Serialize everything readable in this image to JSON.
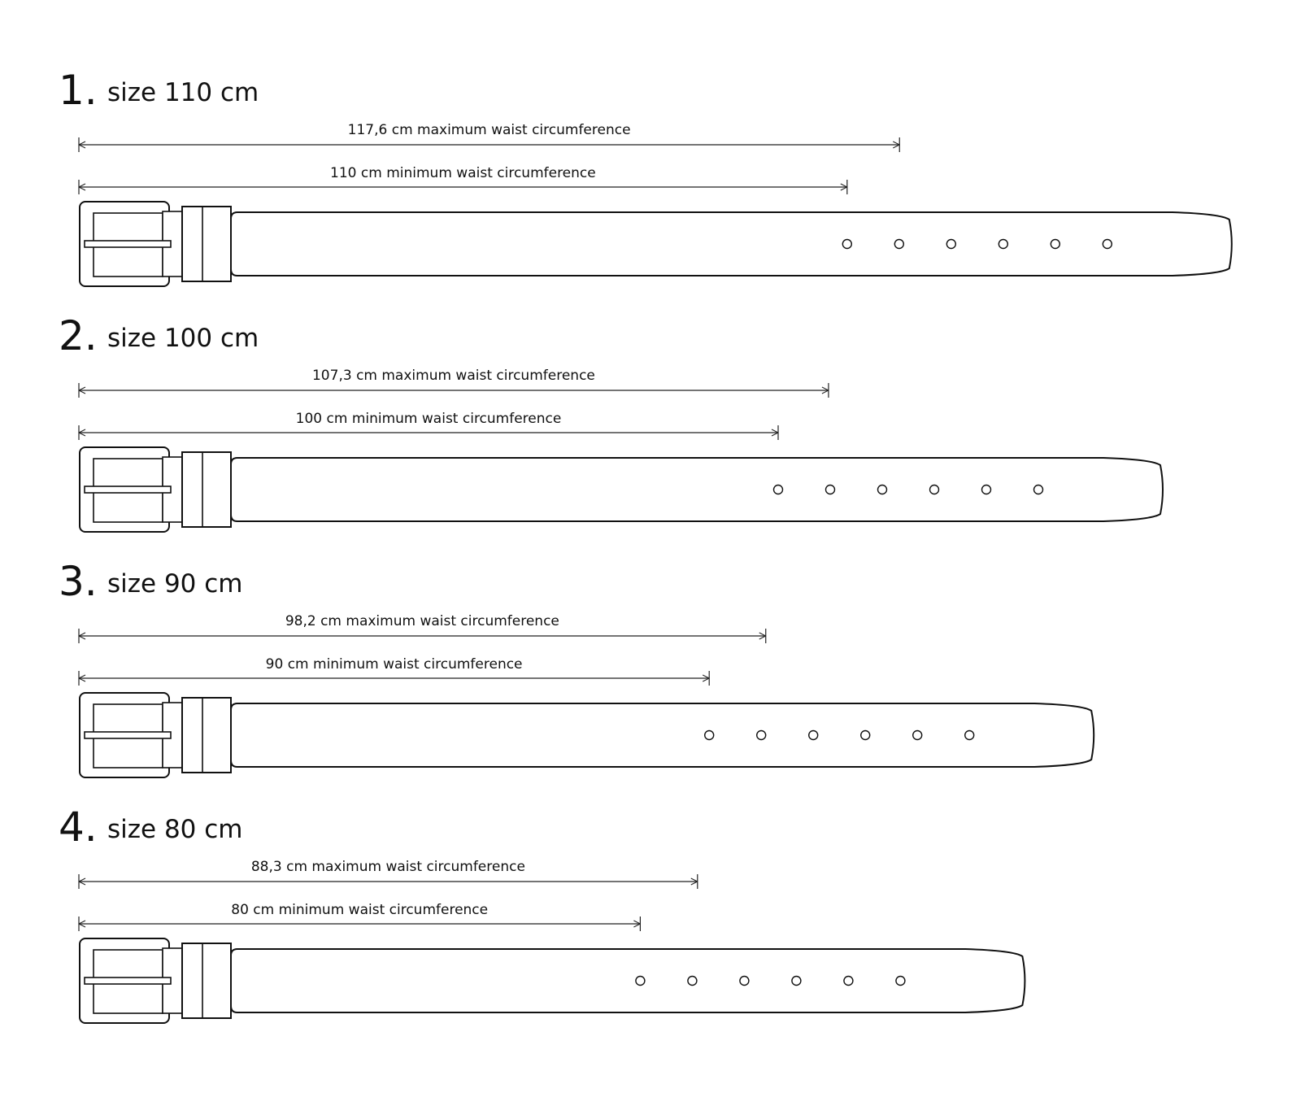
{
  "belts": [
    {
      "number": "1.",
      "size_label": "size 110 cm",
      "max_label": "117,6 cm maximum waist circumference",
      "min_label": "110 cm minimum waist circumference",
      "max_cm": 117.6,
      "min_cm": 110,
      "holes": 6
    },
    {
      "number": "2.",
      "size_label": "size 100 cm",
      "max_label": "107,3 cm maximum waist circumference",
      "min_label": "100 cm minimum waist circumference",
      "max_cm": 107.3,
      "min_cm": 100,
      "holes": 6
    },
    {
      "number": "3.",
      "size_label": "size 90 cm",
      "max_label": "98,2 cm maximum waist circumference",
      "min_label": "90 cm minimum waist circumference",
      "max_cm": 98.2,
      "min_cm": 90,
      "holes": 6
    },
    {
      "number": "4.",
      "size_label": "size 80 cm",
      "max_label": "88,3 cm maximum waist circumference",
      "min_label": "80 cm minimum waist circumference",
      "max_cm": 88.3,
      "min_cm": 80,
      "holes": 6
    }
  ]
}
